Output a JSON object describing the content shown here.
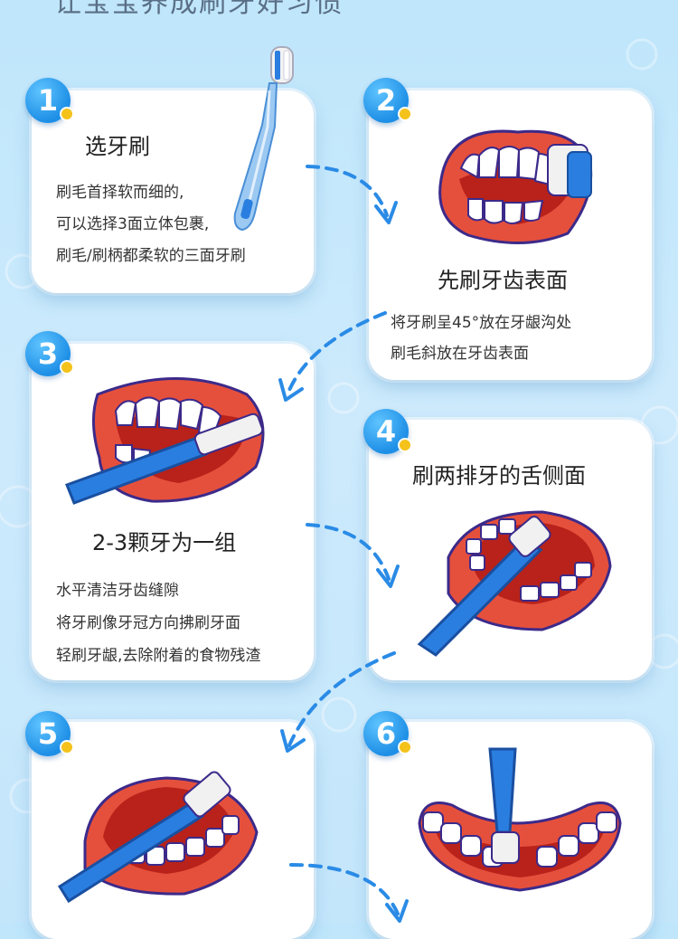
{
  "page": {
    "title": "让宝宝养成刷牙好习惯"
  },
  "colors": {
    "accent": "#1e8fe6",
    "dot": "#f4c21a",
    "lip": "#e5503c",
    "toothbrush": "#2a7ee0"
  },
  "steps": [
    {
      "number": "1",
      "title": "选牙刷",
      "lines": [
        "刷毛首择软而细的,",
        "可以选择3面立体包裹,",
        "刷毛/刷柄都柔软的三面牙刷"
      ],
      "illustration": "three-sided-toothbrush"
    },
    {
      "number": "2",
      "title": "先刷牙齿表面",
      "lines": [
        "将牙刷呈45°放在牙龈沟处",
        "刷毛斜放在牙齿表面"
      ],
      "illustration": "brush-front-teeth"
    },
    {
      "number": "3",
      "title": "2-3颗牙为一组",
      "lines": [
        "水平清洁牙齿缝隙",
        "将牙刷像牙冠方向拂刷牙面",
        "轻刷牙龈,去除附着的食物残渣"
      ],
      "illustration": "brush-side-teeth"
    },
    {
      "number": "4",
      "title": "刷两排牙的舌侧面",
      "lines": [],
      "illustration": "brush-inner-teeth"
    },
    {
      "number": "5",
      "title": "",
      "lines": [],
      "illustration": "brush-lower-teeth"
    },
    {
      "number": "6",
      "title": "",
      "lines": [],
      "illustration": "brush-front-inner-teeth"
    }
  ]
}
